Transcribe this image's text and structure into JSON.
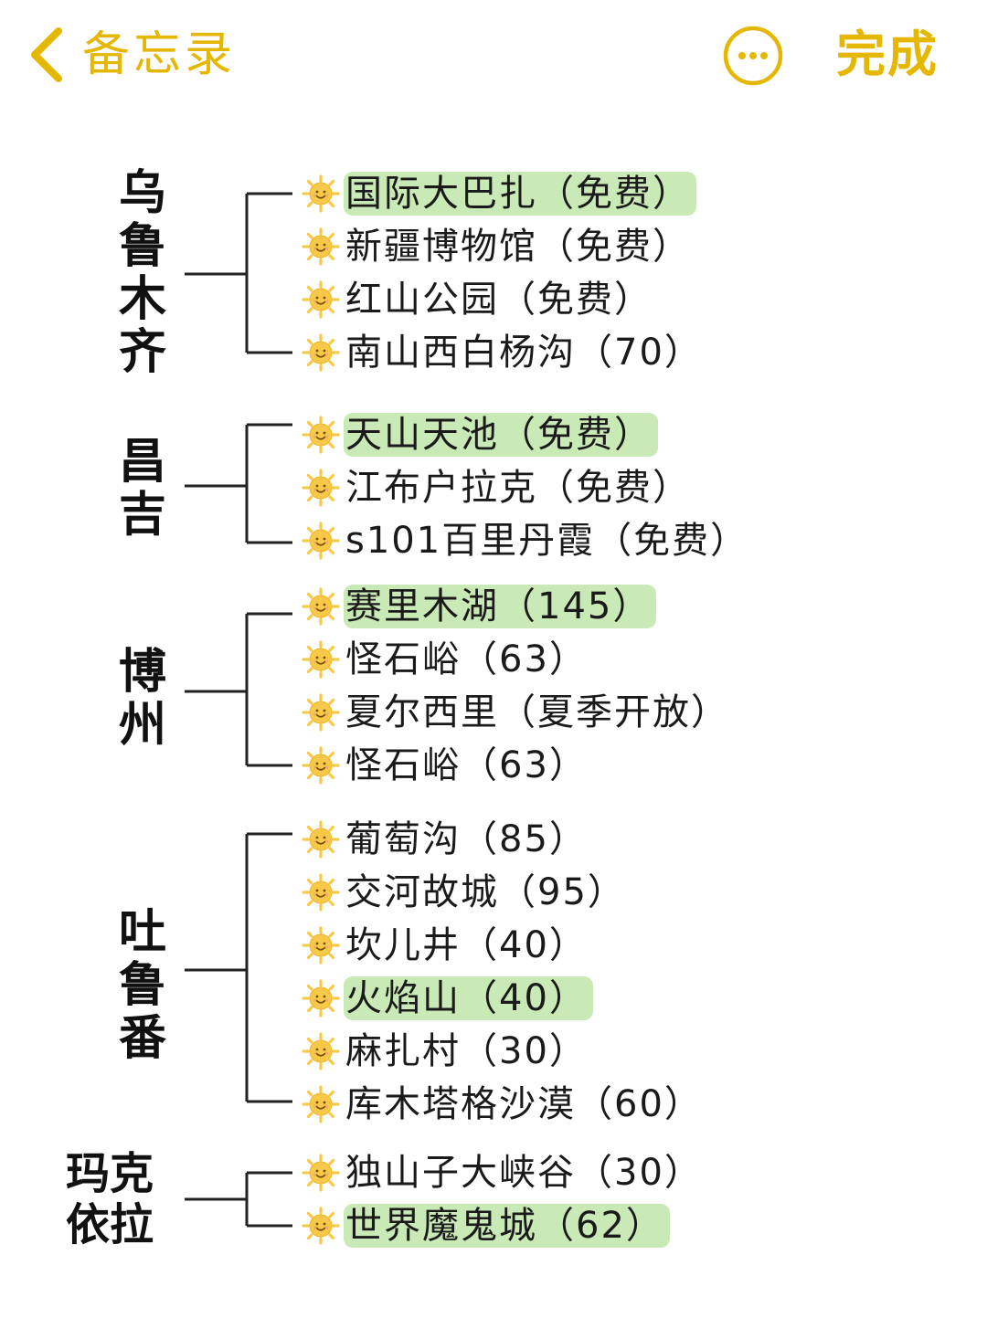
{
  "nav": {
    "back_label": "备忘录",
    "done_label": "完成"
  },
  "colors": {
    "accent": "#e5b700",
    "highlight": "#c9e9b6",
    "sun": "#f7c948"
  },
  "icons": {
    "back": "chevron-left-icon",
    "more": "more-circle-icon",
    "bullet": "sun-icon"
  },
  "groups": [
    {
      "region": "乌鲁木齐",
      "spots": [
        {
          "label": "国际大巴扎（免费）",
          "highlighted": true
        },
        {
          "label": "新疆博物馆（免费）",
          "highlighted": false
        },
        {
          "label": "红山公园（免费）",
          "highlighted": false
        },
        {
          "label": "南山西白杨沟（70）",
          "highlighted": false
        }
      ]
    },
    {
      "region": "昌吉",
      "spots": [
        {
          "label": "天山天池（免费）",
          "highlighted": true
        },
        {
          "label": "江布户拉克（免费）",
          "highlighted": false
        },
        {
          "label": "s101百里丹霞（免费）",
          "highlighted": false
        }
      ]
    },
    {
      "region": "博州",
      "spots": [
        {
          "label": "赛里木湖（145）",
          "highlighted": true
        },
        {
          "label": "怪石峪（63）",
          "highlighted": false
        },
        {
          "label": "夏尔西里（夏季开放）",
          "highlighted": false
        },
        {
          "label": "怪石峪（63）",
          "highlighted": false
        }
      ]
    },
    {
      "region": "吐鲁番",
      "spots": [
        {
          "label": "葡萄沟（85）",
          "highlighted": false
        },
        {
          "label": "交河故城（95）",
          "highlighted": false
        },
        {
          "label": "坎儿井（40）",
          "highlighted": false
        },
        {
          "label": "火焰山（40）",
          "highlighted": true
        },
        {
          "label": "麻扎村（30）",
          "highlighted": false
        },
        {
          "label": "库木塔格沙漠（60）",
          "highlighted": false
        }
      ]
    },
    {
      "region": "玛克依拉",
      "spots": [
        {
          "label": "独山子大峡谷（30）",
          "highlighted": false
        },
        {
          "label": "世界魔鬼城（62）",
          "highlighted": true
        }
      ]
    }
  ]
}
